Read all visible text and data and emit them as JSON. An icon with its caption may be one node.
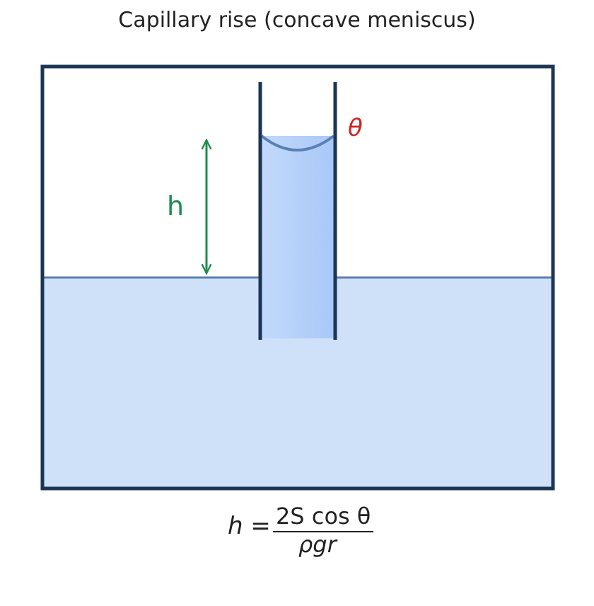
{
  "diagram": {
    "title": "Capillary rise (concave meniscus)",
    "labels": [
      "h",
      "θ",
      "h =",
      "2S cos θ",
      "ρgr"
    ]
  }
}
